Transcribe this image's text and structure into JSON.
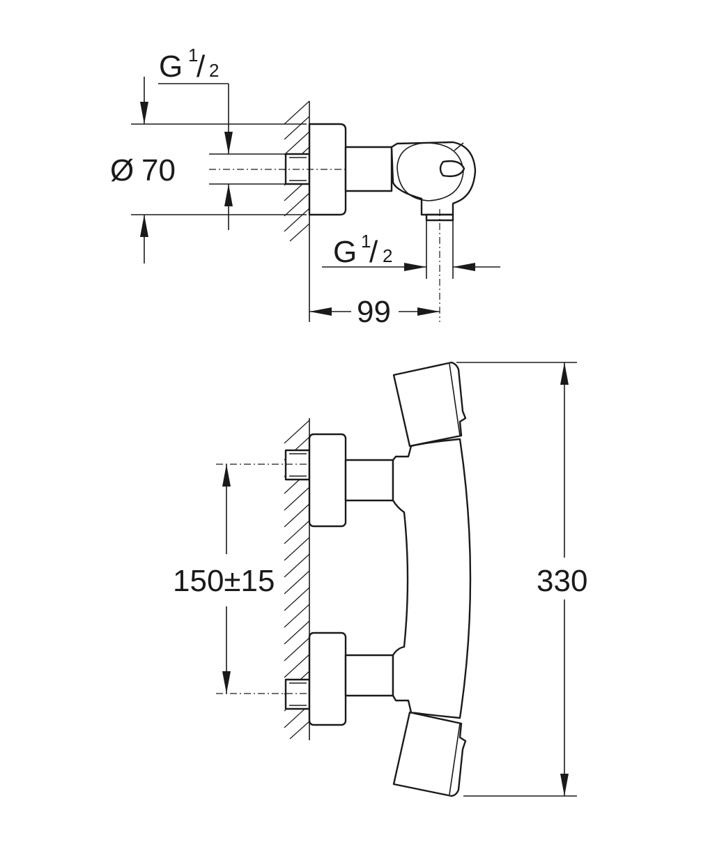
{
  "labels": {
    "thread_top_g": "G",
    "thread_top_num": "1",
    "thread_top_den": "2",
    "diameter_symbol": "Ø",
    "diameter_value": "70",
    "thread_outlet_g": "G",
    "thread_outlet_num": "1",
    "thread_outlet_den": "2",
    "projection_value": "99",
    "center_distance": "150±15",
    "height_value": "330"
  }
}
